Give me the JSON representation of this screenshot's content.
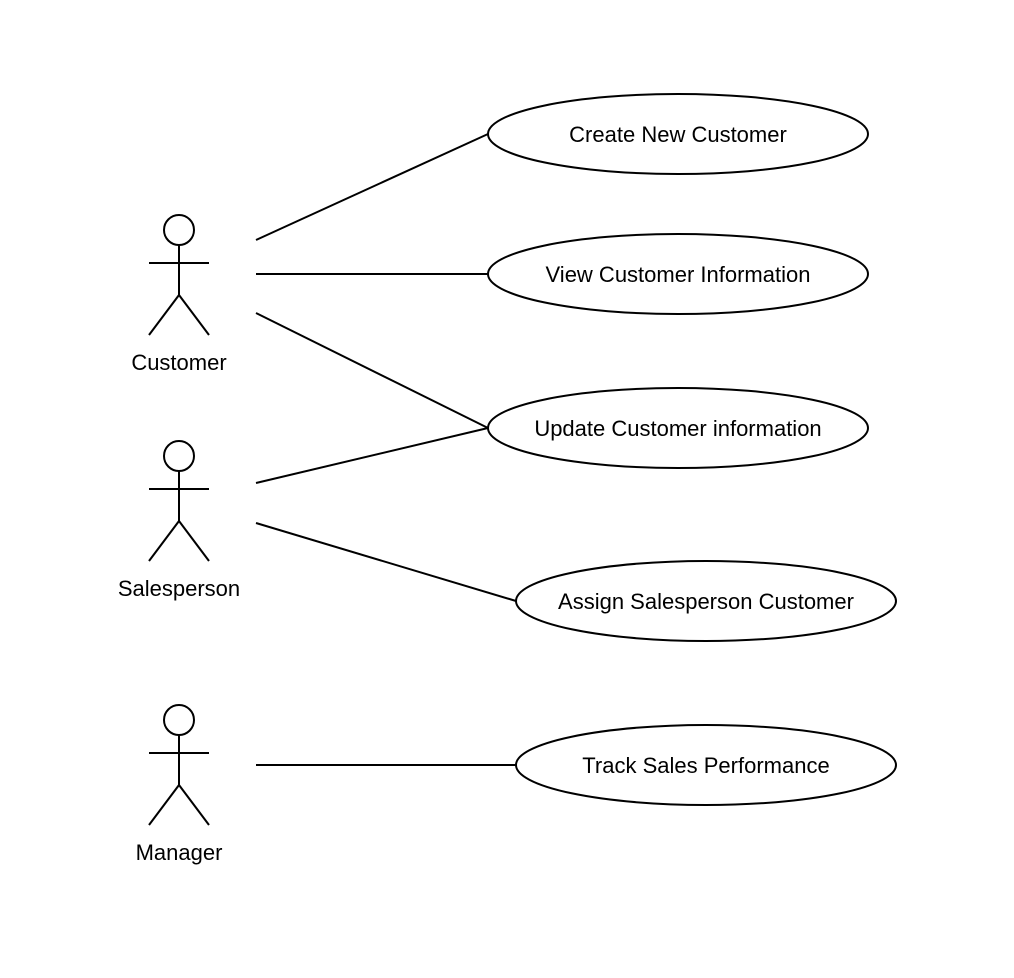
{
  "actors": [
    {
      "id": "customer",
      "label": "Customer"
    },
    {
      "id": "salesperson",
      "label": "Salesperson"
    },
    {
      "id": "manager",
      "label": "Manager"
    }
  ],
  "use_cases": [
    {
      "id": "create-new-customer",
      "label": "Create New Customer"
    },
    {
      "id": "view-customer-information",
      "label": "View Customer Information"
    },
    {
      "id": "update-customer-information",
      "label": "Update Customer information"
    },
    {
      "id": "assign-salesperson-customer",
      "label": "Assign Salesperson Customer"
    },
    {
      "id": "track-sales-performance",
      "label": "Track Sales Performance"
    }
  ],
  "associations": [
    {
      "actor": "customer",
      "use_case": "create-new-customer"
    },
    {
      "actor": "customer",
      "use_case": "view-customer-information"
    },
    {
      "actor": "customer",
      "use_case": "update-customer-information"
    },
    {
      "actor": "salesperson",
      "use_case": "update-customer-information"
    },
    {
      "actor": "salesperson",
      "use_case": "assign-salesperson-customer"
    },
    {
      "actor": "manager",
      "use_case": "track-sales-performance"
    }
  ]
}
